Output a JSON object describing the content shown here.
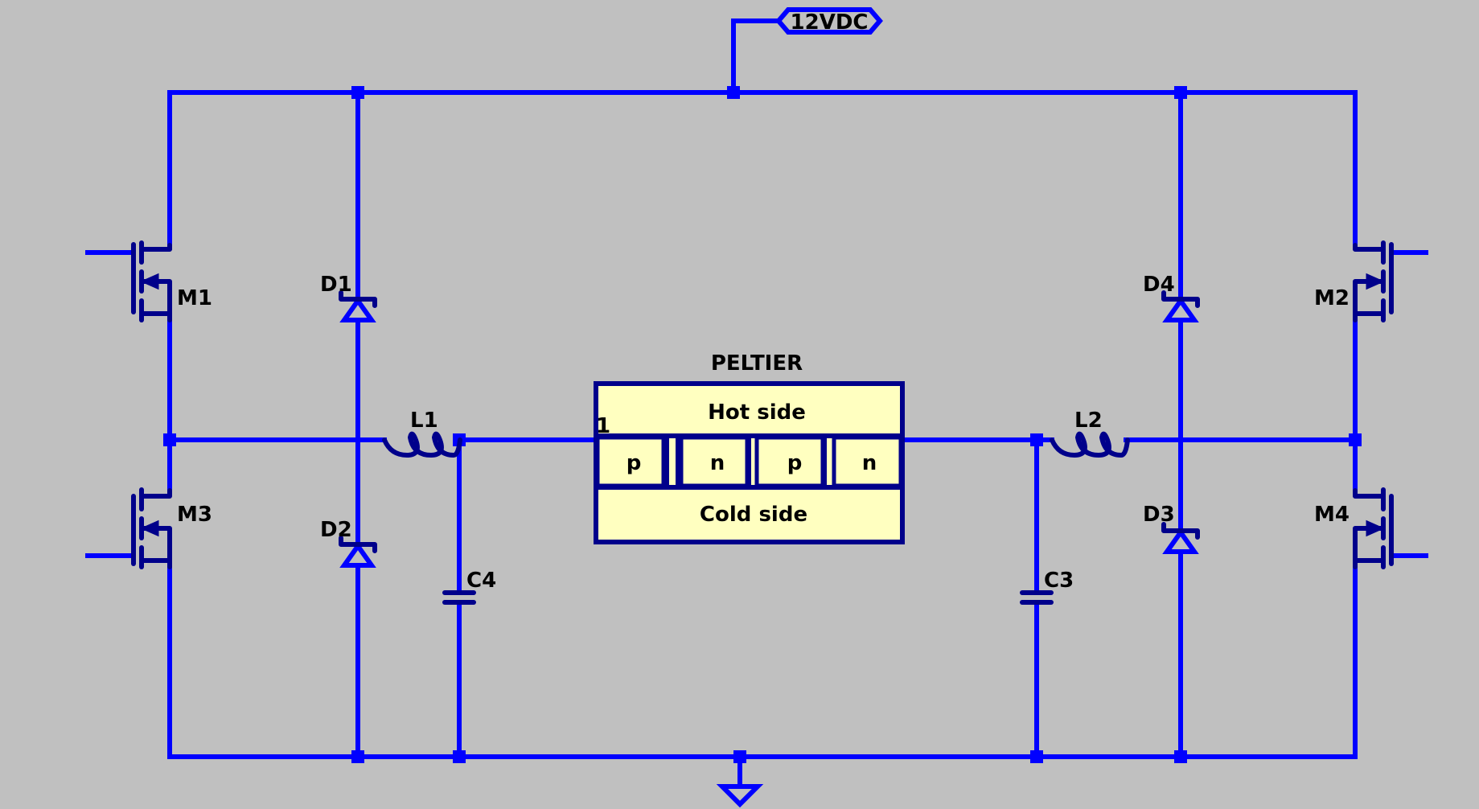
{
  "supply": {
    "label": "12VDC"
  },
  "mosfets": [
    {
      "ref": "M1"
    },
    {
      "ref": "M2"
    },
    {
      "ref": "M3"
    },
    {
      "ref": "M4"
    }
  ],
  "diodes": [
    {
      "ref": "D1"
    },
    {
      "ref": "D2"
    },
    {
      "ref": "D3"
    },
    {
      "ref": "D4"
    }
  ],
  "inductors": [
    {
      "ref": "L1"
    },
    {
      "ref": "L2"
    }
  ],
  "capacitors": [
    {
      "ref": "C3"
    },
    {
      "ref": "C4"
    }
  ],
  "peltier": {
    "title": "PELTIER",
    "hot_side": "Hot side",
    "cold_side": "Cold side",
    "pin_label": "1",
    "cells": [
      "p",
      "n",
      "p",
      "n"
    ]
  },
  "colors": {
    "background": "#c0c0c0",
    "wire": "#0000ff",
    "symbol": "#00008b",
    "peltier_fill": "#ffffc0"
  }
}
